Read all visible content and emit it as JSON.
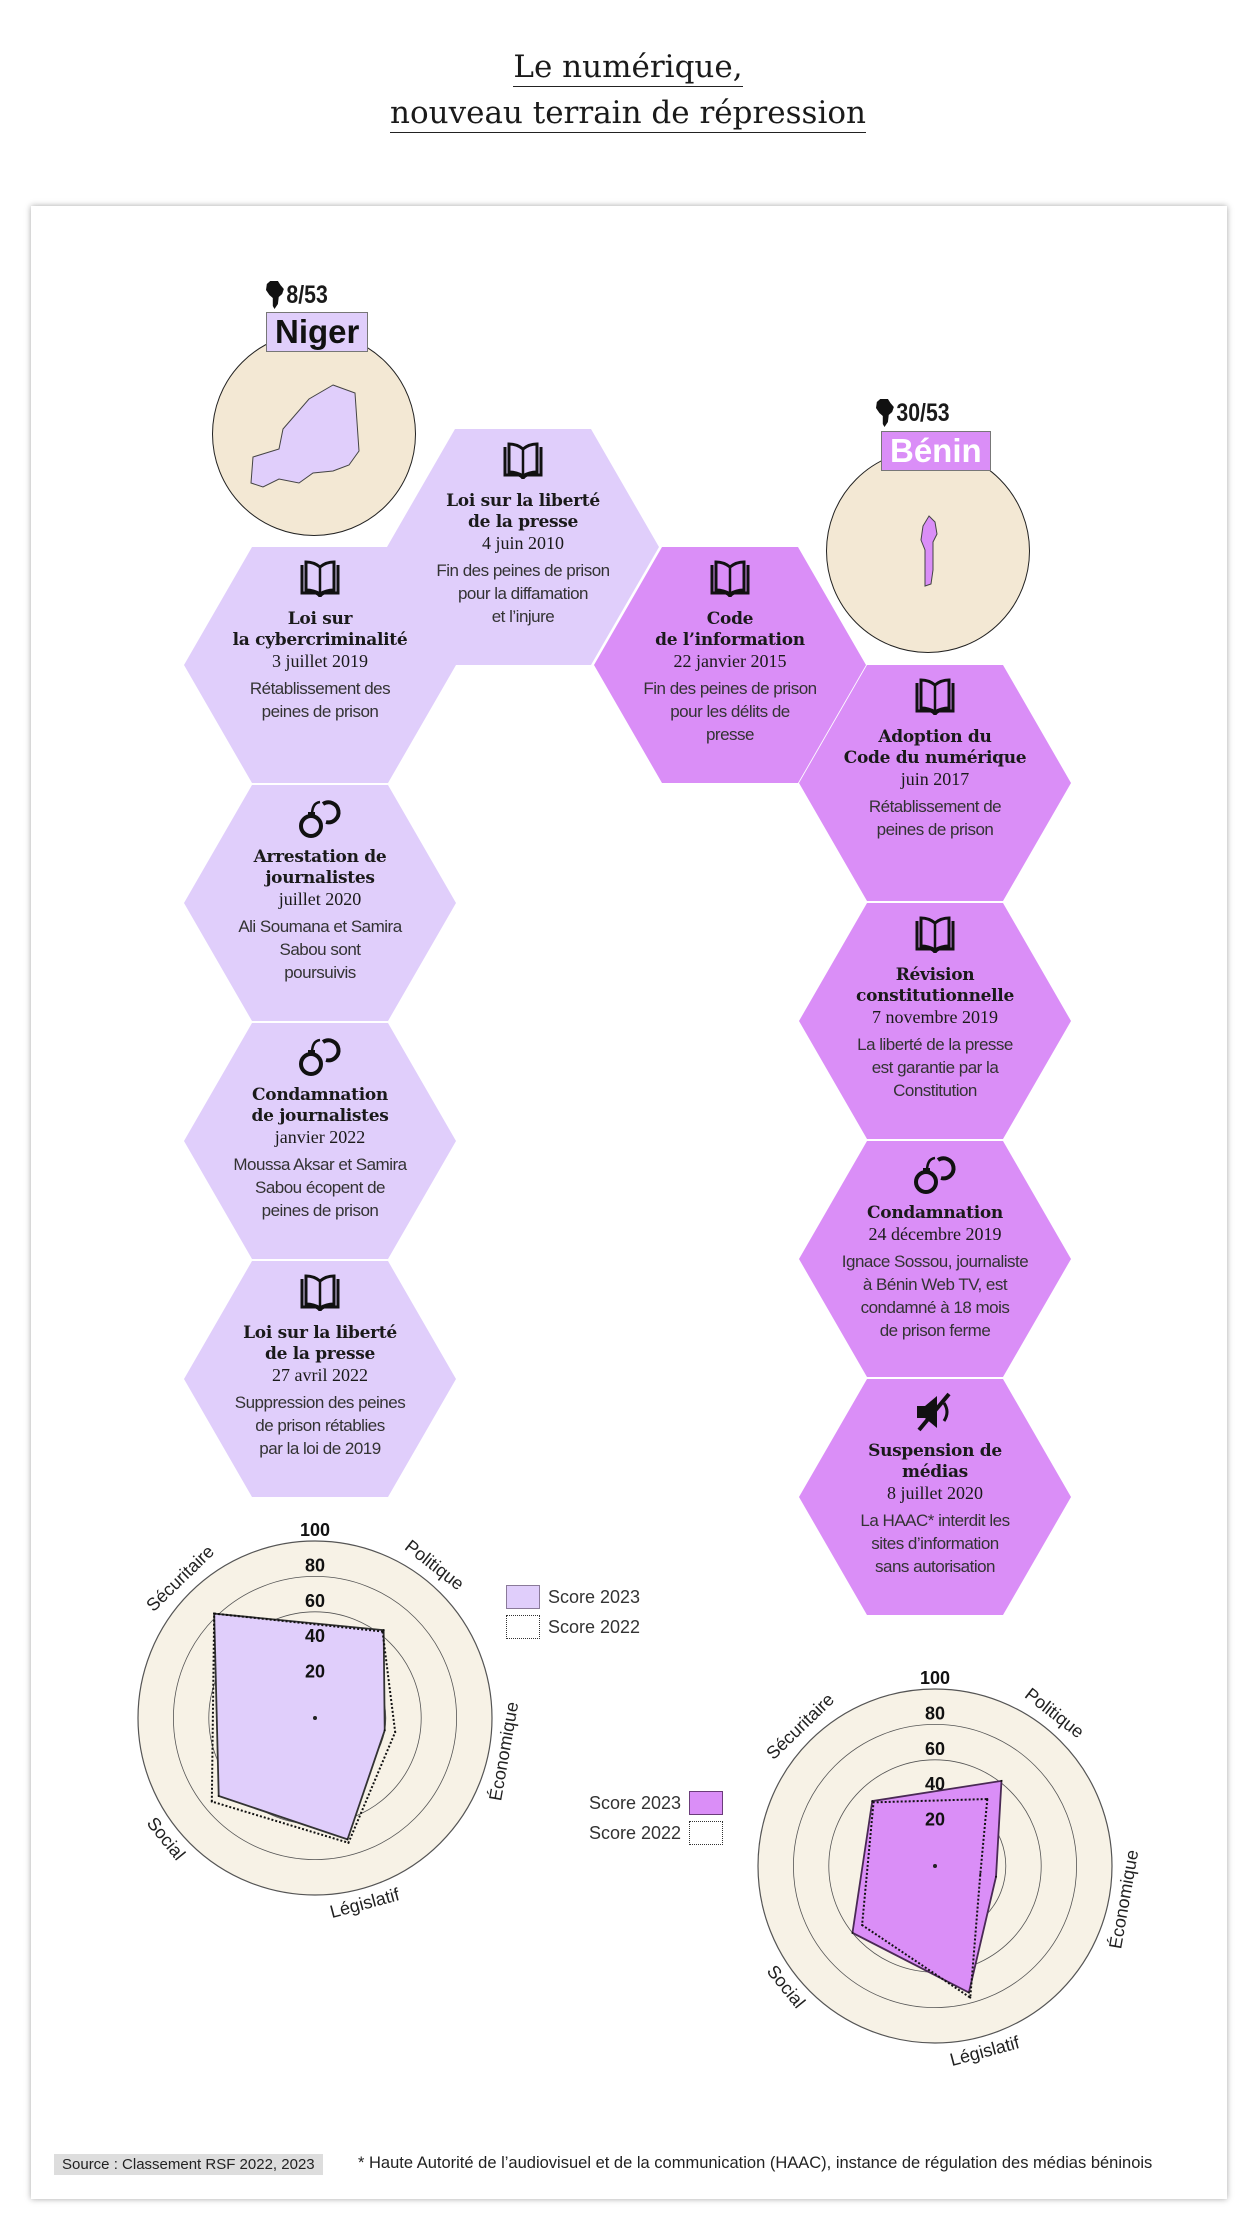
{
  "title": {
    "line1": "Le numérique,",
    "line2": "nouveau terrain de répression"
  },
  "colors": {
    "niger": "#e0cefb",
    "benin": "#da8ef7",
    "circle": "#f3e8d4",
    "radar_bg": "#f7f2e6"
  },
  "countries": {
    "niger": {
      "name": "Niger",
      "rank": "8/53"
    },
    "benin": {
      "name": "Bénin",
      "rank": "30/53"
    }
  },
  "niger_events": [
    {
      "icon": "book",
      "title": "Loi sur la liberté\nde la presse",
      "date": "4 juin 2010",
      "desc": "Fin des peines de prison\npour la diffamation\net l’injure"
    },
    {
      "icon": "book",
      "title": "Loi sur\nla cybercriminalité",
      "date": "3 juillet 2019",
      "desc": "Rétablissement des\npeines de prison"
    },
    {
      "icon": "handcuffs",
      "title": "Arrestation de\njournalistes",
      "date": "juillet 2020",
      "desc": "Ali Soumana et Samira\nSabou sont\npoursuivis"
    },
    {
      "icon": "handcuffs",
      "title": "Condamnation\nde journalistes",
      "date": "janvier 2022",
      "desc": "Moussa Aksar et Samira\nSabou écopent de\npeines de prison"
    },
    {
      "icon": "book",
      "title": "Loi sur la liberté\nde la presse",
      "date": "27 avril 2022",
      "desc": "Suppression des peines\nde prison rétablies\npar la loi de 2019"
    }
  ],
  "benin_events": [
    {
      "icon": "book",
      "title": "Code\nde l’information",
      "date": "22 janvier 2015",
      "desc": "Fin des peines de prison\npour les délits de\npresse"
    },
    {
      "icon": "book",
      "title": "Adoption du\nCode du numérique",
      "date": "juin 2017",
      "desc": "Rétablissement de\npeines de prison"
    },
    {
      "icon": "book",
      "title": "Révision\nconstitutionnelle",
      "date": "7 novembre 2019",
      "desc": "La liberté de la presse\nest garantie par la\nConstitution"
    },
    {
      "icon": "handcuffs",
      "title": "Condamnation",
      "date": "24 décembre 2019",
      "desc": "Ignace Sossou, journaliste\nà Bénin Web TV, est\ncondamné à 18 mois\nde prison ferme"
    },
    {
      "icon": "muted-speaker",
      "title": "Suspension de\nmédias",
      "date": "8 juillet 2020",
      "desc": "La HAAC* interdit les\nsites d’information\nsans autorisation"
    }
  ],
  "chart_data": [
    {
      "type": "radar",
      "title": "Niger",
      "axes": [
        "Politique",
        "Économique",
        "Législatif",
        "Social",
        "Sécuritaire"
      ],
      "rings": [
        20,
        40,
        60,
        80,
        100
      ],
      "range": [
        0,
        100
      ],
      "series": [
        {
          "name": "Score 2023",
          "values": [
            63,
            40,
            71,
            70,
            82
          ]
        },
        {
          "name": "Score 2022",
          "values": [
            62,
            46,
            73,
            75,
            82
          ]
        }
      ],
      "legend": "right"
    },
    {
      "type": "radar",
      "title": "Bénin",
      "axes": [
        "Politique",
        "Économique",
        "Législatif",
        "Social",
        "Sécuritaire"
      ],
      "rings": [
        20,
        40,
        60,
        80,
        100
      ],
      "range": [
        0,
        100
      ],
      "series": [
        {
          "name": "Score 2023",
          "values": [
            61,
            35,
            74,
            60,
            51
          ]
        },
        {
          "name": "Score 2022",
          "values": [
            48,
            26,
            77,
            53,
            50
          ]
        }
      ],
      "legend": "left"
    }
  ],
  "footer": {
    "source": "Source : Classement RSF 2022, 2023",
    "note": "*  Haute Autorité de l’audiovisuel et de la communication (HAAC), instance de régulation des médias béninois"
  }
}
